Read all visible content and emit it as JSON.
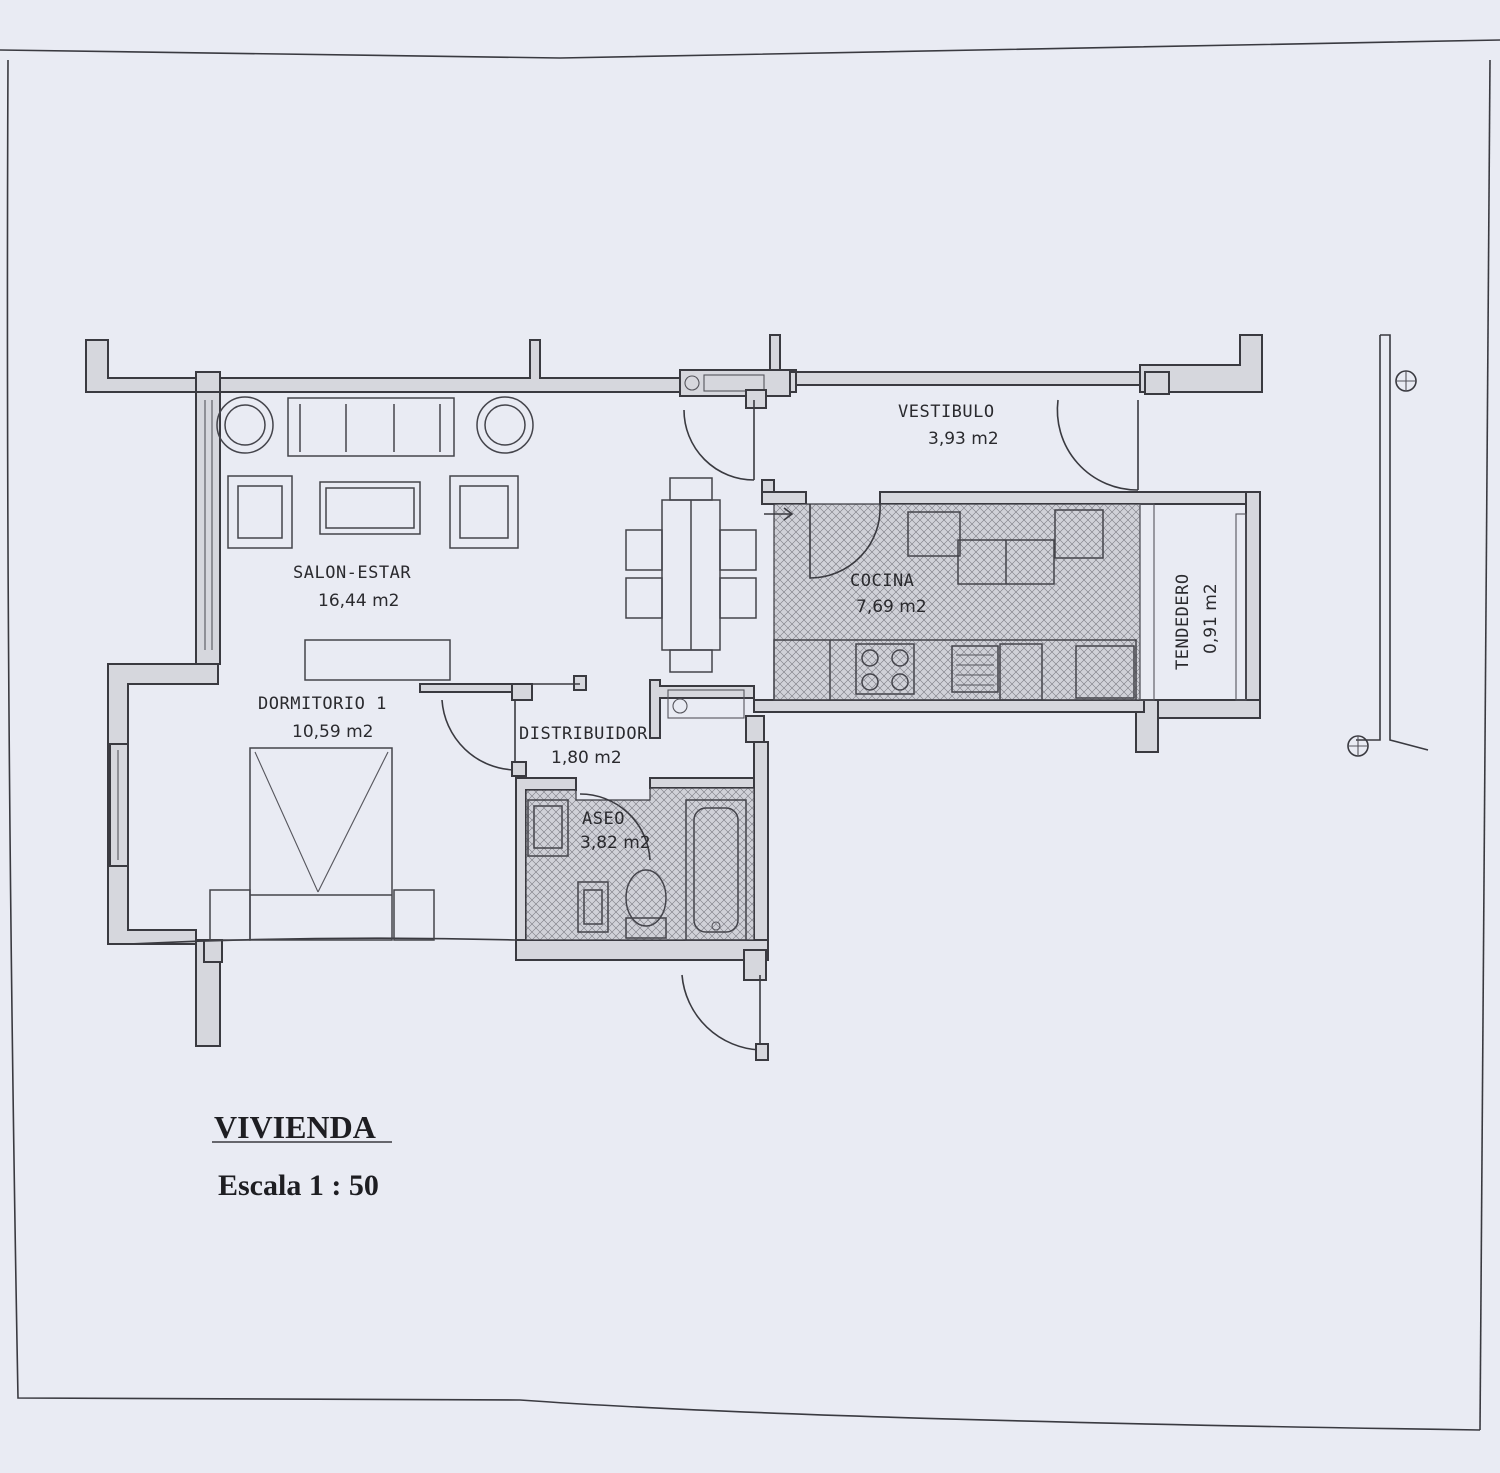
{
  "title": "VIVIENDA",
  "scale": "Escala 1 : 50",
  "rooms": {
    "salon": {
      "name": "SALON-ESTAR",
      "area": "16,44 m2"
    },
    "vestibulo": {
      "name": "VESTIBULO",
      "area": "3,93 m2"
    },
    "cocina": {
      "name": "COCINA",
      "area": "7,69 m2"
    },
    "tendedero": {
      "name": "TENDEDERO",
      "area": "0,91 m2"
    },
    "dormitorio": {
      "name": "DORMITORIO 1",
      "area": "10,59 m2"
    },
    "distribuidor": {
      "name": "DISTRIBUIDOR",
      "area": "1,80 m2"
    },
    "aseo": {
      "name": "ASEO",
      "area": "3,82 m2"
    }
  },
  "colors": {
    "ink": "#3a3a40",
    "paper": "#e9ebf3",
    "wall_fill": "#d6d7dd"
  }
}
